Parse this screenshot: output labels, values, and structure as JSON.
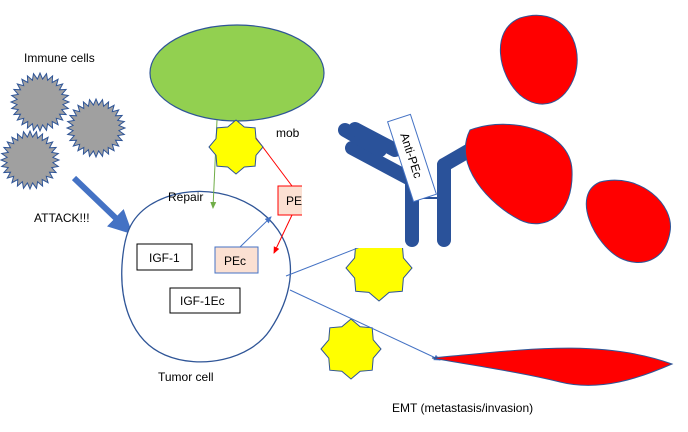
{
  "labels": {
    "immune_cells": "Immune cells",
    "attack": "ATTACK!!!",
    "repair": "Repair",
    "mobilization_partial": "mob",
    "tumor_cell": "Tumor cell",
    "emt": "EMT (metastasis/invasion)",
    "anti_pec": "Anti-PEc"
  },
  "boxes": {
    "igf1": "IGF-1",
    "igf1ec": "IGF-1Ec",
    "pec_inner": "PEc",
    "pec_outer_partial": "PEc"
  },
  "colors": {
    "green_cell": "#92d050",
    "red_cell": "#ff0000",
    "yellow_star": "#ffff00",
    "immune_gray": "#a0a0a0",
    "outline_blue": "#2f5597",
    "arrow_blue": "#4472c4",
    "antibody_blue": "#2a529a",
    "pec_fill": "#fbe0d2"
  }
}
